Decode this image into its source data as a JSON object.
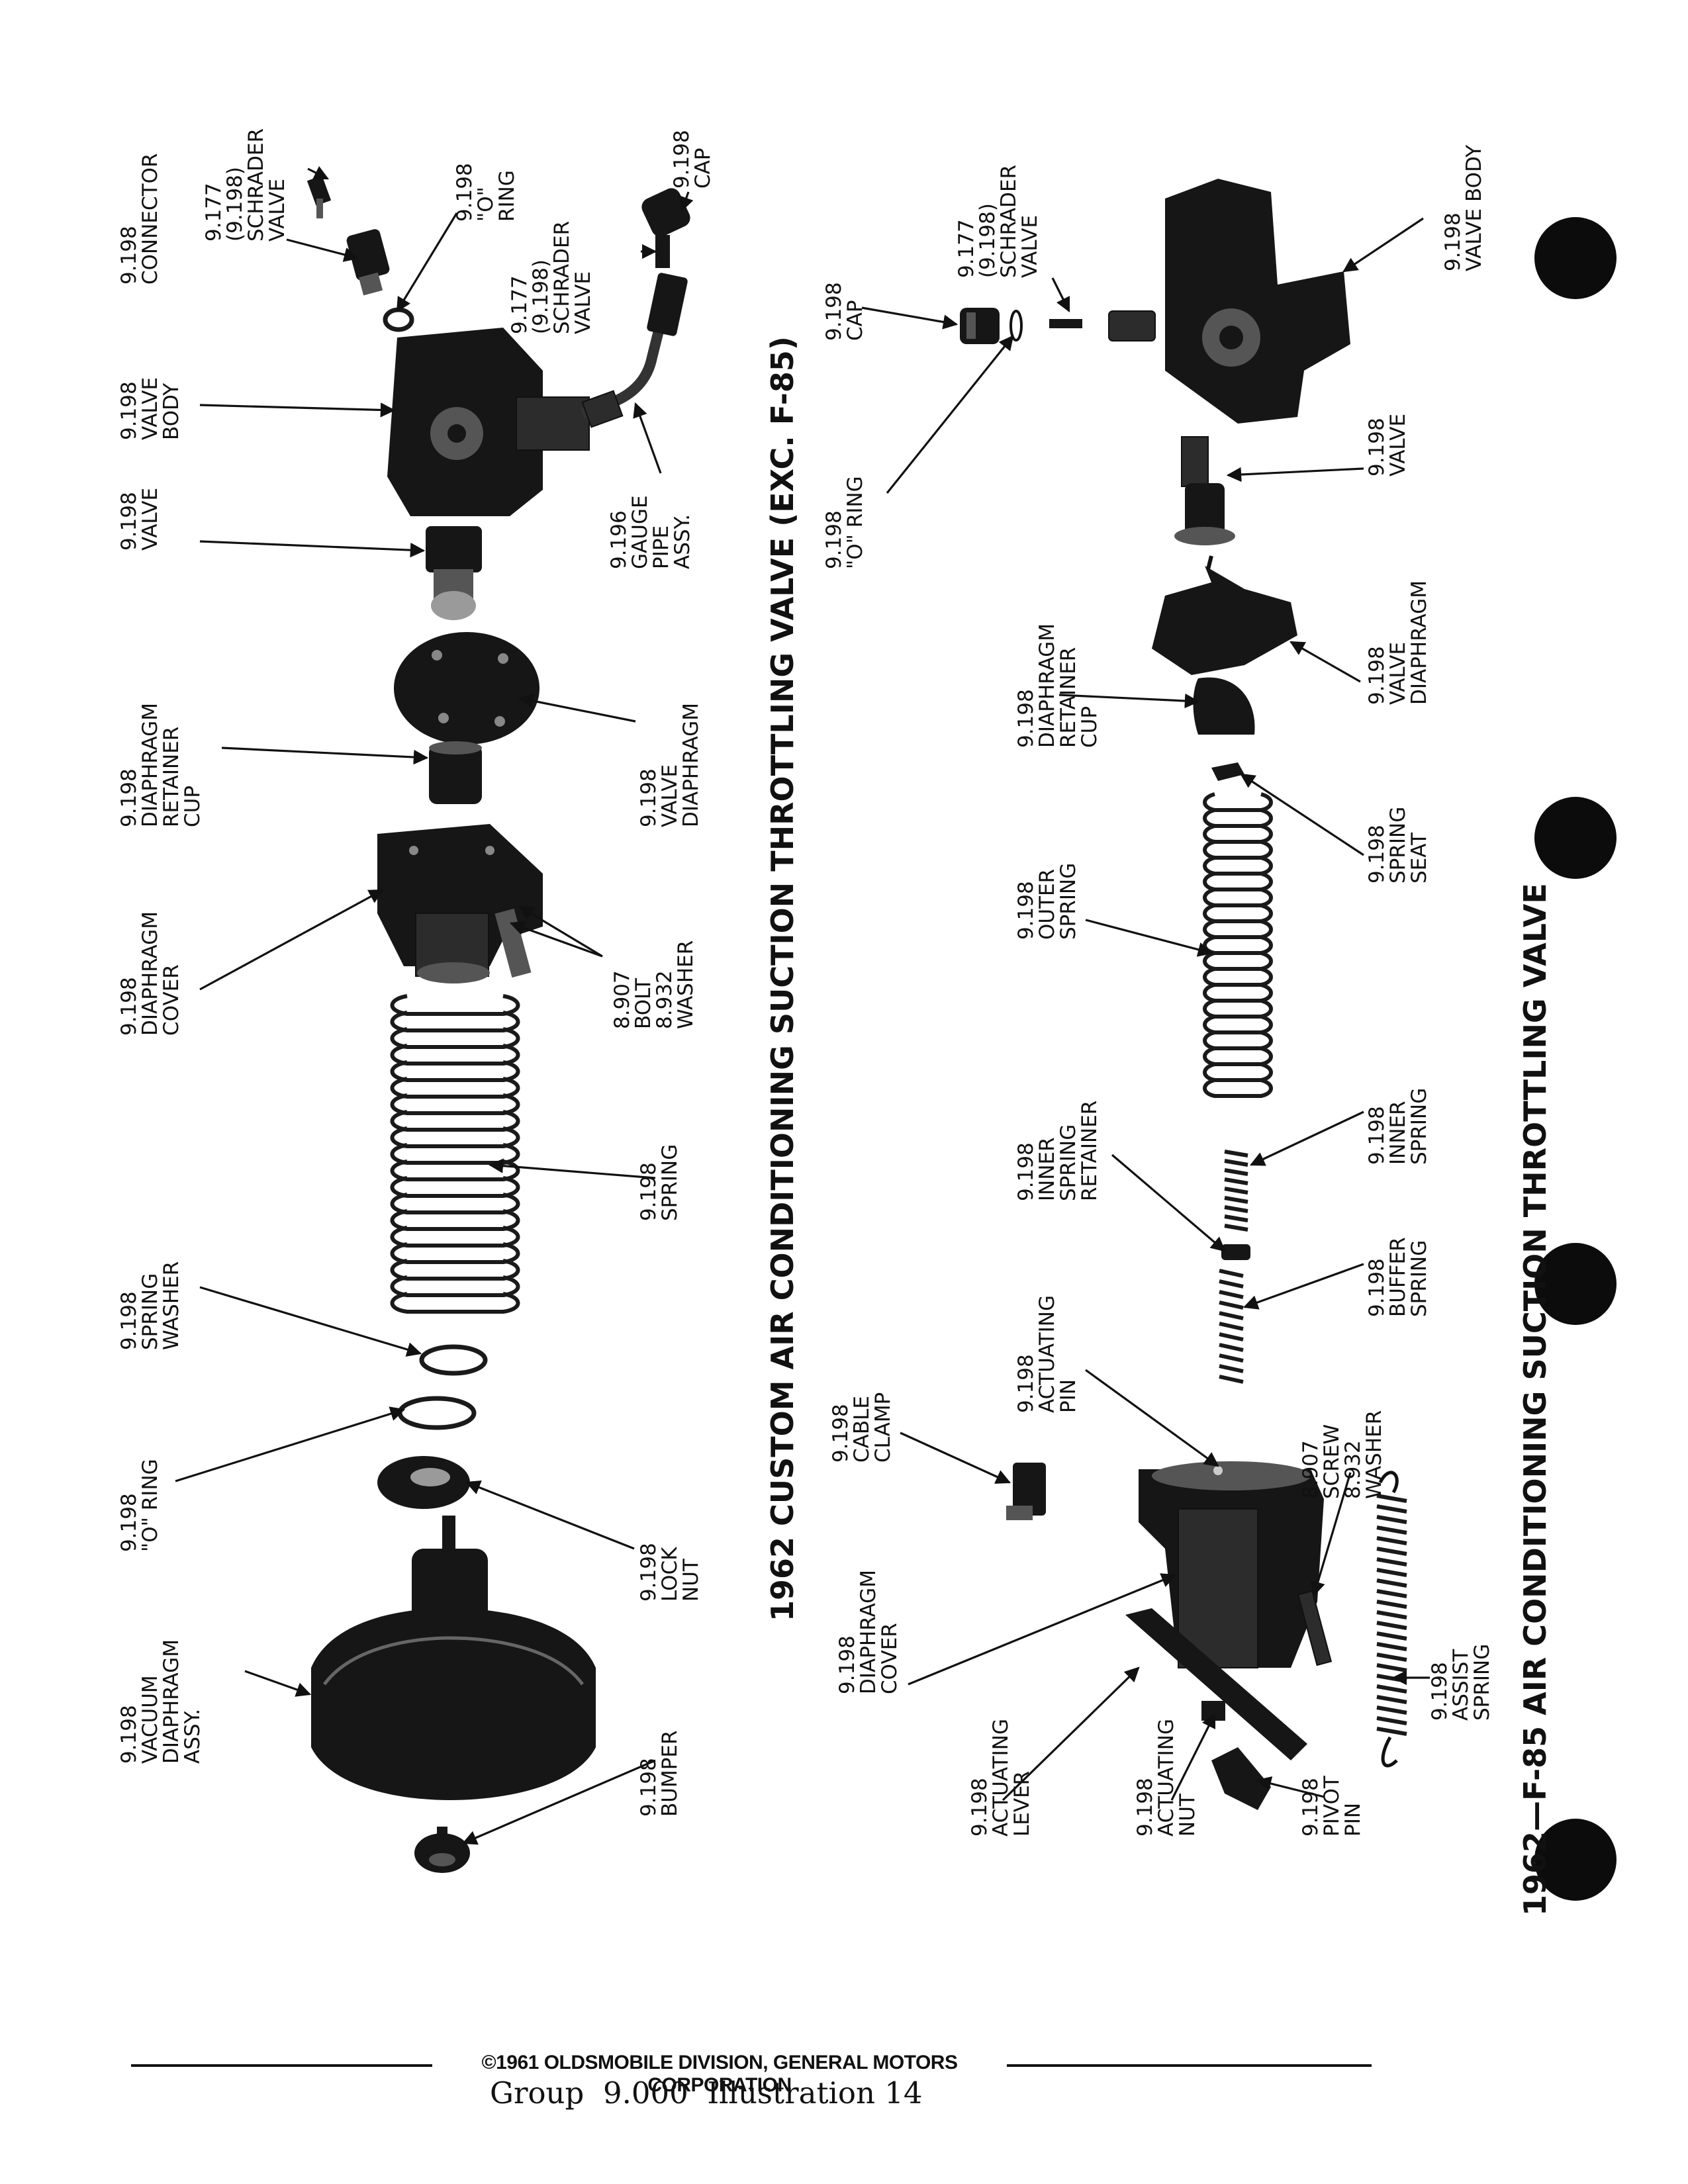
{
  "top_diagram": {
    "caption": "1962 CUSTOM AIR CONDITIONING SUCTION THROTTLING VALVE (EXC. F-85)",
    "callouts": [
      {
        "id": "connector",
        "lines": [
          "9.198",
          "CONNECTOR"
        ]
      },
      {
        "id": "schrader-valve-top",
        "lines": [
          "9.177",
          "(9.198)",
          "SCHRADER",
          "VALVE"
        ]
      },
      {
        "id": "o-ring-top",
        "lines": [
          "9.198",
          "\"O\"",
          "RING"
        ]
      },
      {
        "id": "cap-top",
        "lines": [
          "9.198",
          "CAP"
        ]
      },
      {
        "id": "schrader-valve-gauge",
        "lines": [
          "9.177",
          "(9.198)",
          "SCHRADER",
          "VALVE"
        ]
      },
      {
        "id": "valve-body-top",
        "lines": [
          "9.198",
          "VALVE",
          "BODY"
        ]
      },
      {
        "id": "gauge-pipe",
        "lines": [
          "9.196",
          "GAUGE",
          "PIPE",
          "ASSY."
        ]
      },
      {
        "id": "valve-top",
        "lines": [
          "9.198",
          "VALVE"
        ]
      },
      {
        "id": "valve-diaphragm-top",
        "lines": [
          "9.198",
          "VALVE",
          "DIAPHRAGM"
        ]
      },
      {
        "id": "retainer-cup-top",
        "lines": [
          "9.198",
          "DIAPHRAGM",
          "RETAINER",
          "CUP"
        ]
      },
      {
        "id": "diaphragm-cover-top",
        "lines": [
          "9.198",
          "DIAPHRAGM",
          "COVER"
        ]
      },
      {
        "id": "bolt-washer-top",
        "lines": [
          "8.907",
          "BOLT",
          "8.932",
          "WASHER"
        ]
      },
      {
        "id": "spring-top",
        "lines": [
          "9.198",
          "SPRING"
        ]
      },
      {
        "id": "spring-washer",
        "lines": [
          "9.198",
          "SPRING",
          "WASHER"
        ]
      },
      {
        "id": "o-ring-lower",
        "lines": [
          "9.198",
          "\"O\" RING"
        ]
      },
      {
        "id": "lock-nut",
        "lines": [
          "9.198",
          "LOCK",
          "NUT"
        ]
      },
      {
        "id": "vacuum-diaphragm",
        "lines": [
          "9.198",
          "VACUUM",
          "DIAPHRAGM",
          "ASSY."
        ]
      },
      {
        "id": "bumper",
        "lines": [
          "9.198",
          "BUMPER"
        ]
      }
    ]
  },
  "bottom_diagram": {
    "caption": "1962—F-85 AIR CONDITIONING SUCTION THROTTLING VALVE",
    "callouts": [
      {
        "id": "schrader-valve-bot",
        "lines": [
          "9.177",
          "(9.198)",
          "SCHRADER",
          "VALVE"
        ]
      },
      {
        "id": "valve-body-bot",
        "lines": [
          "9.198",
          "VALVE BODY"
        ]
      },
      {
        "id": "cap-bot",
        "lines": [
          "9.198",
          "CAP"
        ]
      },
      {
        "id": "o-ring-bot",
        "lines": [
          "9.198",
          "\"O\" RING"
        ]
      },
      {
        "id": "valve-bot",
        "lines": [
          "9.198",
          "VALVE"
        ]
      },
      {
        "id": "valve-diaphragm-bot",
        "lines": [
          "9.198",
          "VALVE",
          "DIAPHRAGM"
        ]
      },
      {
        "id": "retainer-cup-bot",
        "lines": [
          "9.198",
          "DIAPHRAGM",
          "RETAINER",
          "CUP"
        ]
      },
      {
        "id": "spring-seat",
        "lines": [
          "9.198",
          "SPRING",
          "SEAT"
        ]
      },
      {
        "id": "outer-spring",
        "lines": [
          "9.198",
          "OUTER",
          "SPRING"
        ]
      },
      {
        "id": "inner-spring",
        "lines": [
          "9.198",
          "INNER",
          "SPRING"
        ]
      },
      {
        "id": "inner-spring-retainer",
        "lines": [
          "9.198",
          "INNER",
          "SPRING",
          "RETAINER"
        ]
      },
      {
        "id": "buffer-spring",
        "lines": [
          "9.198",
          "BUFFER",
          "SPRING"
        ]
      },
      {
        "id": "actuating-pin",
        "lines": [
          "9.198",
          "ACTUATING",
          "PIN"
        ]
      },
      {
        "id": "cable-clamp",
        "lines": [
          "9.198",
          "CABLE",
          "CLAMP"
        ]
      },
      {
        "id": "screw-washer",
        "lines": [
          "8.907",
          "SCREW",
          "8.932",
          "WASHER"
        ]
      },
      {
        "id": "diaphragm-cover-bot",
        "lines": [
          "9.198",
          "DIAPHRAGM",
          "COVER"
        ]
      },
      {
        "id": "assist-spring",
        "lines": [
          "9.198",
          "ASSIST",
          "SPRING"
        ]
      },
      {
        "id": "actuating-lever",
        "lines": [
          "9.198",
          "ACTUATING",
          "LEVER"
        ]
      },
      {
        "id": "actuating-nut",
        "lines": [
          "9.198",
          "ACTUATING",
          "NUT"
        ]
      },
      {
        "id": "pivot-pin",
        "lines": [
          "9.198",
          "PIVOT",
          "PIN"
        ]
      }
    ]
  },
  "footer": {
    "copyright": "©1961 OLDSMOBILE DIVISION, GENERAL MOTORS CORPORATION",
    "group_line": "Group  9.000  Illustration 14"
  }
}
